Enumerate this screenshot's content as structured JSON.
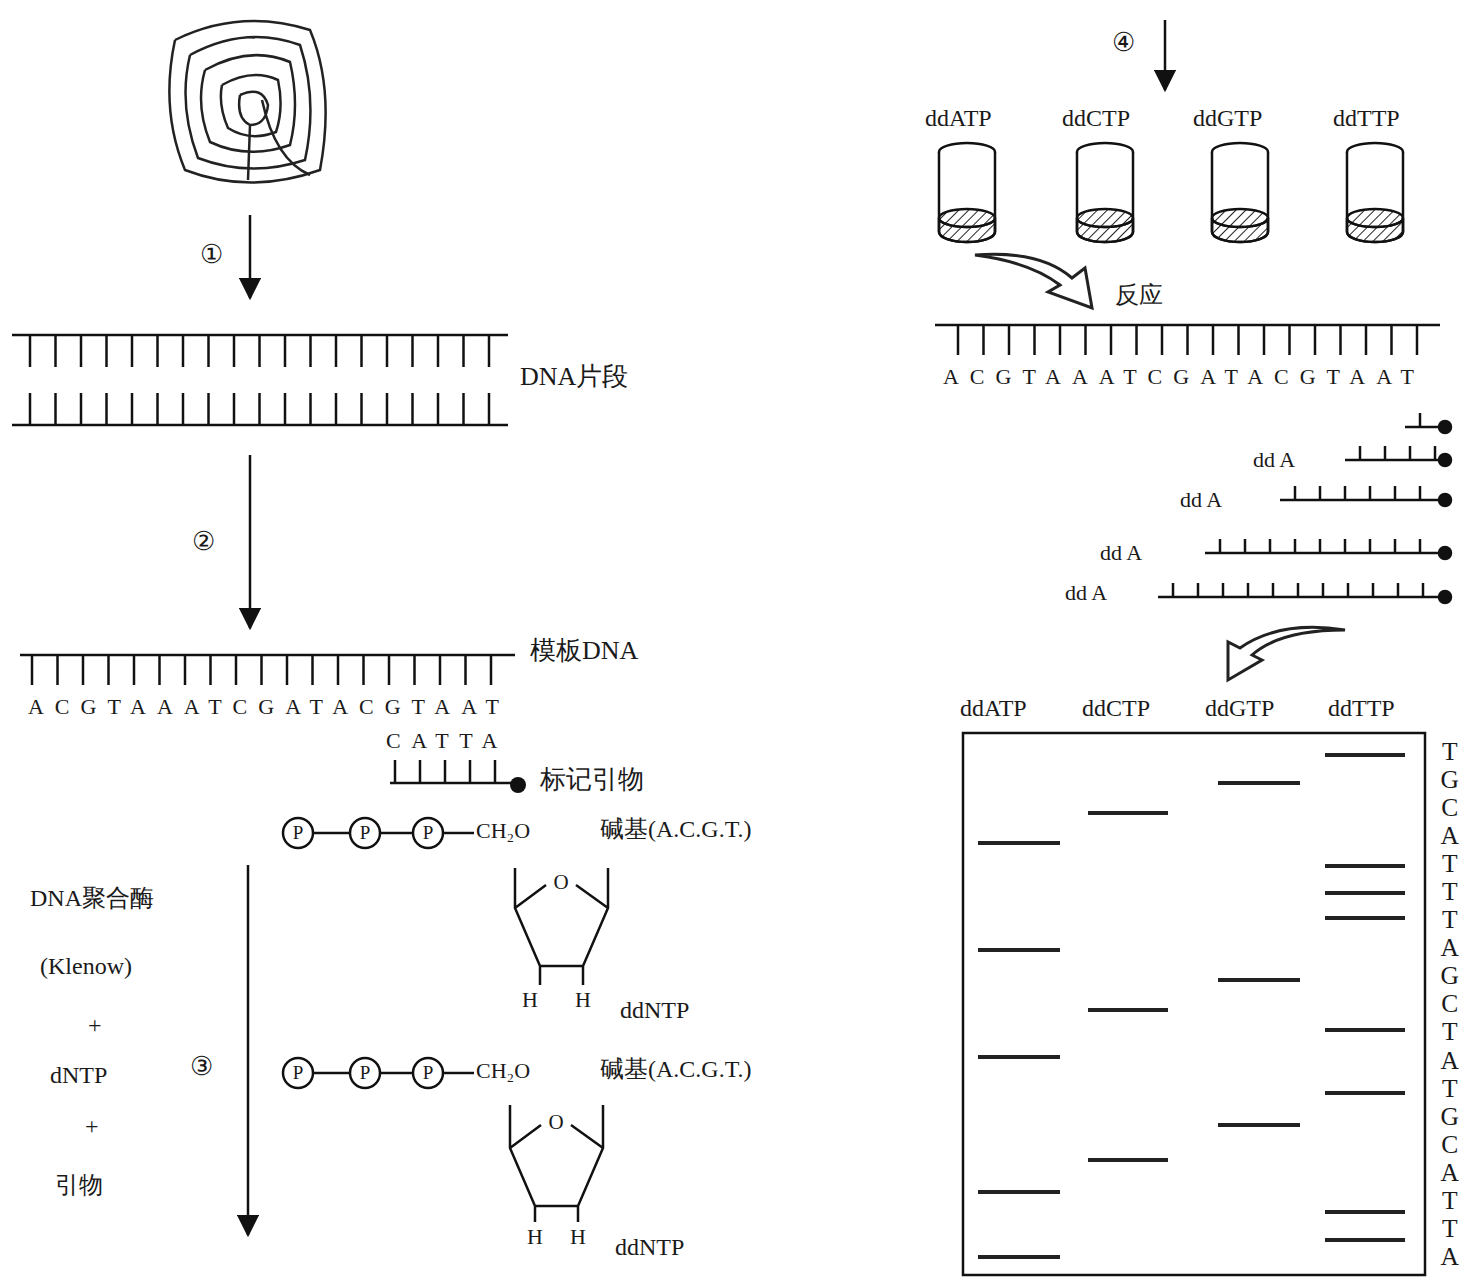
{
  "diagram": {
    "labels": [
      "①",
      "DNA片段",
      "②",
      "模板DNA",
      "ACGTAAATCGATACGTAAT",
      "CATTA",
      "标记引物",
      "P",
      "P",
      "P",
      "CH₂O",
      "碱基(A.C.G.T.)",
      "O",
      "H",
      "H",
      "ddNTP",
      "DNA聚合酶",
      "(Klenow)",
      "+",
      "dNTP",
      "③",
      "+",
      "引物",
      "P",
      "P",
      "P",
      "CH₂O",
      "碱基(A.C.G.T.)",
      "O",
      "H",
      "H",
      "ddNTP",
      "④",
      "ddATP",
      "ddCTP",
      "ddGTP",
      "ddTTP",
      "反应",
      "ACGTAAATCGATACGTAAT",
      "dd A",
      "dd A",
      "dd A",
      "dd A",
      "ddATP",
      "ddCTP",
      "ddGTP",
      "ddTTP",
      "TGCATTTAGCTATGCATTA"
    ]
  }
}
